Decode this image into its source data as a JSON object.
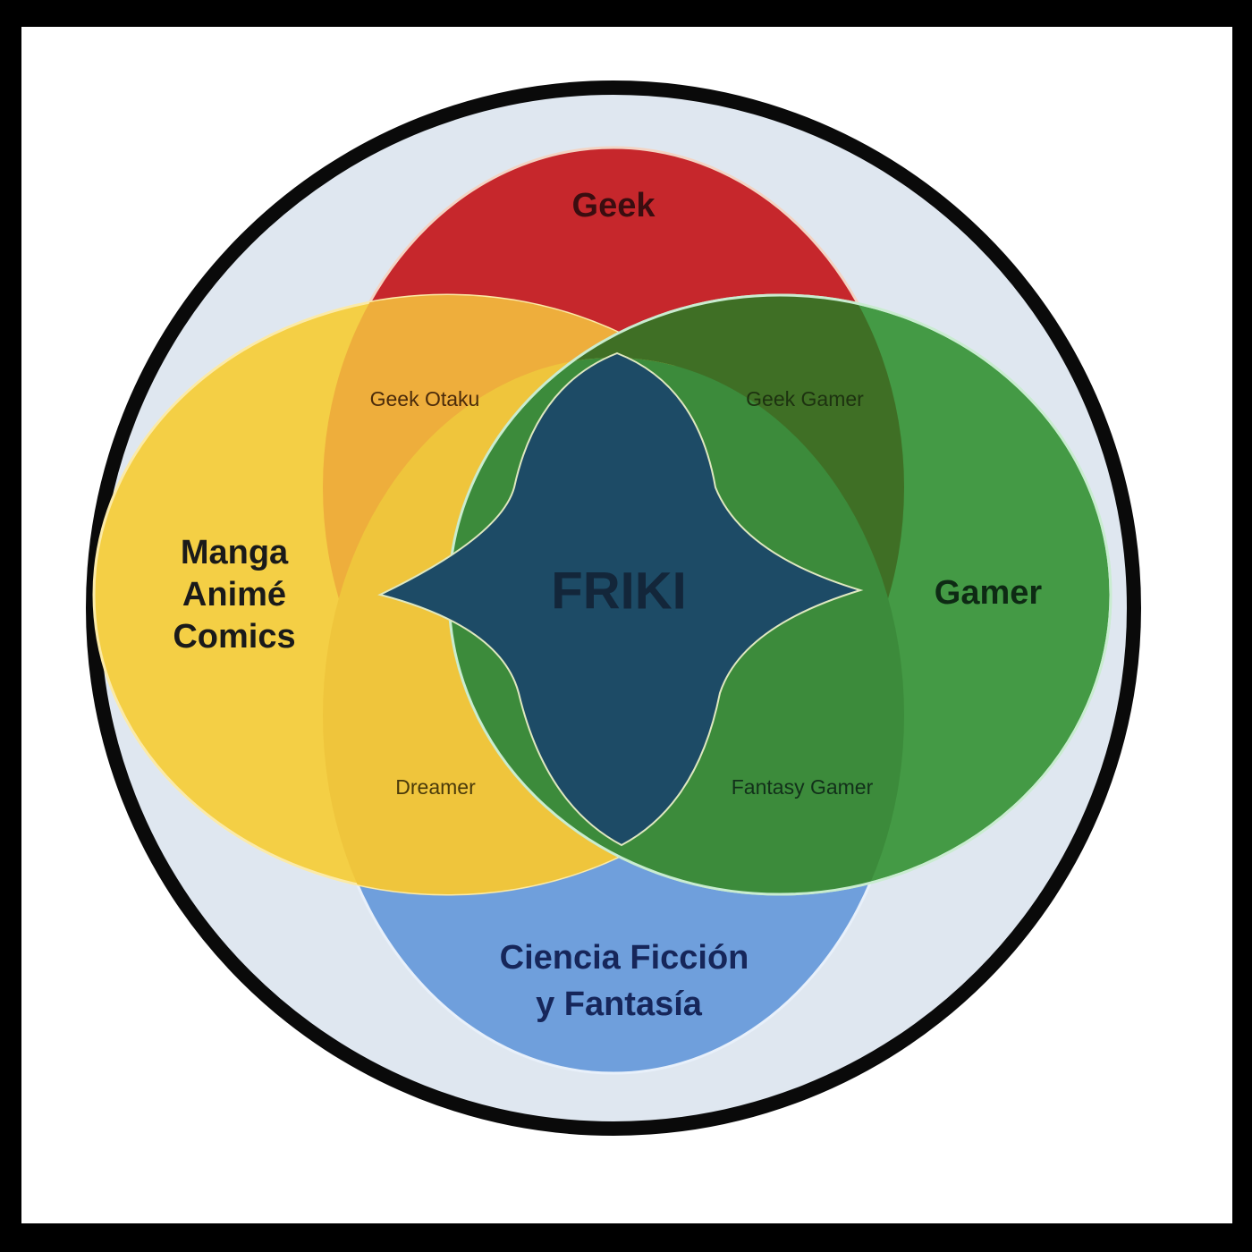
{
  "diagram": {
    "center_label": "FRIKI",
    "sets": [
      {
        "name": "geek",
        "label": "Geek",
        "color": "#c6272c"
      },
      {
        "name": "manga",
        "label_lines": [
          "Manga",
          "Animé",
          "Comics"
        ],
        "color": "#f4cf45"
      },
      {
        "name": "gamer",
        "label": "Gamer",
        "color": "#449a45"
      },
      {
        "name": "scifi",
        "label_lines": [
          "Ciencia Ficción",
          "y Fantasía"
        ],
        "color": "#6f9fdc"
      }
    ],
    "overlaps": [
      {
        "name": "geek-otaku",
        "label": "Geek Otaku",
        "color": "#eeae3c"
      },
      {
        "name": "geek-gamer",
        "label": "Geek Gamer",
        "color": "#3f6f25"
      },
      {
        "name": "dreamer",
        "label": "Dreamer",
        "color": "#efc53c"
      },
      {
        "name": "fantasy-gamer",
        "label": "Fantasy Gamer",
        "color": "#3c8b3b"
      }
    ],
    "center_color": "#1d4b66"
  }
}
